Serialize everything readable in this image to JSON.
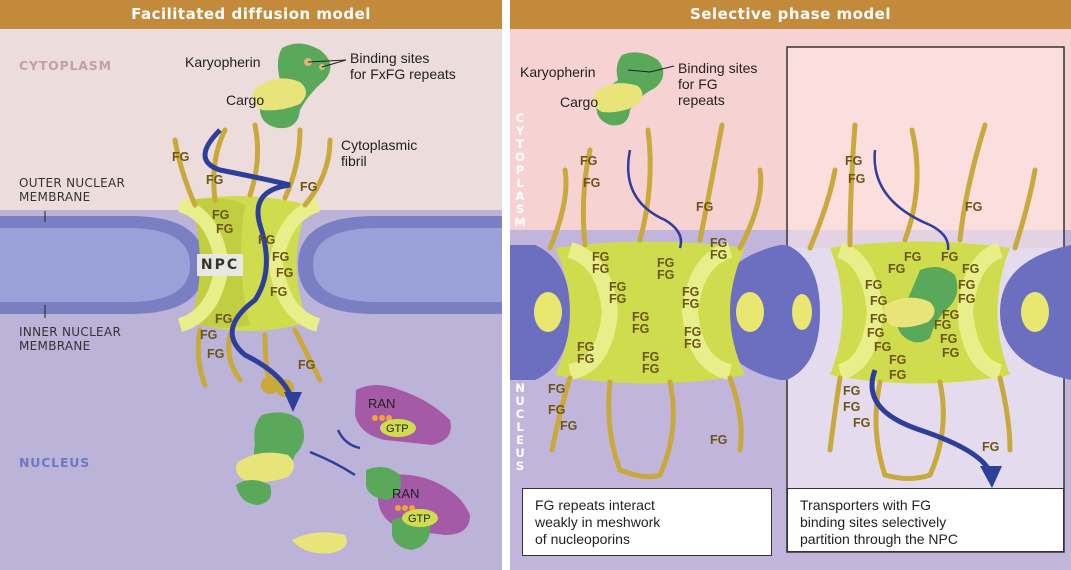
{
  "left_panel": {
    "title": "Facilitated diffusion model",
    "region_cytoplasm": "CYTOPLASM",
    "region_nucleus": "NUCLEUS",
    "outer_membrane": [
      "OUTER NUCLEAR",
      "MEMBRANE"
    ],
    "inner_membrane": [
      "INNER NUCLEAR",
      "MEMBRANE"
    ],
    "karyopherin": "Karyopherin",
    "cargo": "Cargo",
    "binding_sites": [
      "Binding sites",
      "for FxFG repeats"
    ],
    "fibril": [
      "Cytoplasmic",
      "fibril"
    ],
    "npc": "NPC",
    "ran_1": "RAN",
    "gtp_1": "GTP",
    "ran_2": "RAN",
    "gtp_2": "GTP",
    "fg": "FG"
  },
  "right_panel": {
    "title": "Selective phase model",
    "karyopherin": "Karyopherin",
    "cargo": "Cargo",
    "binding_sites": [
      "Binding sites",
      "for FG",
      "repeats"
    ],
    "vertical_cytoplasm": [
      "C",
      "Y",
      "T",
      "O",
      "P",
      "L",
      "A",
      "S",
      "M"
    ],
    "vertical_nucleus": [
      "N",
      "U",
      "C",
      "L",
      "E",
      "U",
      "S"
    ],
    "caption_left": [
      "FG repeats interact",
      "weakly in meshwork",
      "of nucleoporins"
    ],
    "caption_right": [
      "Transporters with FG",
      "binding sites selectively",
      "partition through the NPC"
    ],
    "fg": "FG"
  },
  "colors": {
    "header": "#c48a3c",
    "cytoplasm_left": "#ecdcdc",
    "nucleus_left": "#bcb3d8",
    "cytoplasm_right": "#f6d2d2",
    "nucleus_right": "#c1b5dc",
    "membrane": "#7a7fc4",
    "pore": "#cfdc4e",
    "fibril": "#c9a93b",
    "arrow": "#2e3f9b",
    "karyopherin": "#5aa85a",
    "cargo": "#e8e47a",
    "ran": "#a45aa6"
  }
}
